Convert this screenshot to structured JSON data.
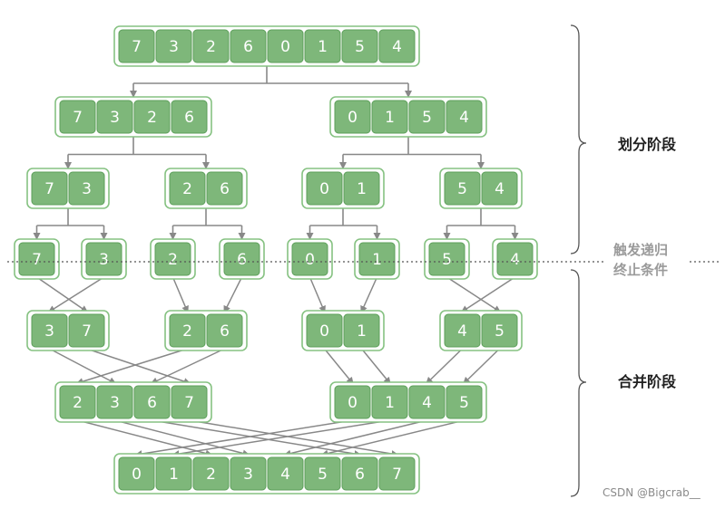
{
  "levels": [
    [
      [
        "7",
        "3",
        "2",
        "6",
        "0",
        "1",
        "5",
        "4"
      ]
    ],
    [
      [
        "7",
        "3",
        "2",
        "6"
      ],
      [
        "0",
        "1",
        "5",
        "4"
      ]
    ],
    [
      [
        "7",
        "3"
      ],
      [
        "2",
        "6"
      ],
      [
        "0",
        "1"
      ],
      [
        "5",
        "4"
      ]
    ],
    [
      [
        "7"
      ],
      [
        "3"
      ],
      [
        "2"
      ],
      [
        "6"
      ],
      [
        "0"
      ],
      [
        "1"
      ],
      [
        "5"
      ],
      [
        "4"
      ]
    ],
    [
      [
        "3",
        "7"
      ],
      [
        "2",
        "6"
      ],
      [
        "0",
        "1"
      ],
      [
        "4",
        "5"
      ]
    ],
    [
      [
        "2",
        "3",
        "6",
        "7"
      ],
      [
        "0",
        "1",
        "4",
        "5"
      ]
    ],
    [
      [
        "0",
        "1",
        "2",
        "3",
        "4",
        "5",
        "6",
        "7"
      ]
    ]
  ],
  "labels": {
    "divide_phase": "划分阶段",
    "recursion_end_line1": "触发递归",
    "recursion_end_line2": "终止条件",
    "merge_phase": "合并阶段"
  },
  "watermark": "CSDN @Bigcrab__",
  "colors": {
    "cell_fill": "#7eb77a",
    "cell_border": "#5c9f5a",
    "group_border": "#86c282",
    "arrow": "#888888",
    "dotted_line": "#555555"
  }
}
